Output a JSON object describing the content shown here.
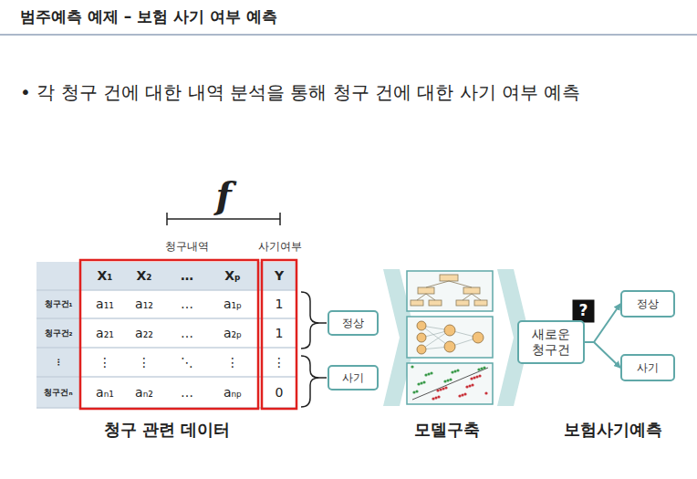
{
  "diagram": {
    "title": "범주예측 예제 – 보험 사기 여부 예측",
    "nodes": [
      {
        "text": [
          "정상"
        ]
      },
      {
        "text": [
          "사기"
        ]
      },
      {
        "text": [
          "새로운 청구건"
        ]
      },
      {
        "text": [
          "정상"
        ]
      },
      {
        "text": [
          "사기"
        ]
      }
    ],
    "edges": [
      {
        "from": 2,
        "to": 3,
        "arrow": "to"
      },
      {
        "from": 2,
        "to": 4,
        "arrow": "to"
      }
    ],
    "labels": [
      "• 각 청구 건에 대한 내역 분석을 통해 청구 건에 대한 사기 여부 예측",
      "f",
      "청구내역",
      "사기여부",
      "X₁",
      "X₂",
      "…",
      "Xₚ",
      "Y",
      "청구건₁",
      "a₁₁",
      "a₁₂",
      "…",
      "a₁ₚ",
      "1",
      "청구건₂",
      "a₂₁",
      "a₂₂",
      "…",
      "a₂ₚ",
      "1",
      "⋮",
      "⋮",
      "⋮",
      "⋱",
      "⋮",
      "⋮",
      "청구건ₙ",
      "aₙ₁",
      "aₙ₂",
      "…",
      "aₙₚ",
      "0",
      "?",
      "청구 관련 데이터",
      "모델구축",
      "보험사기예측"
    ]
  }
}
